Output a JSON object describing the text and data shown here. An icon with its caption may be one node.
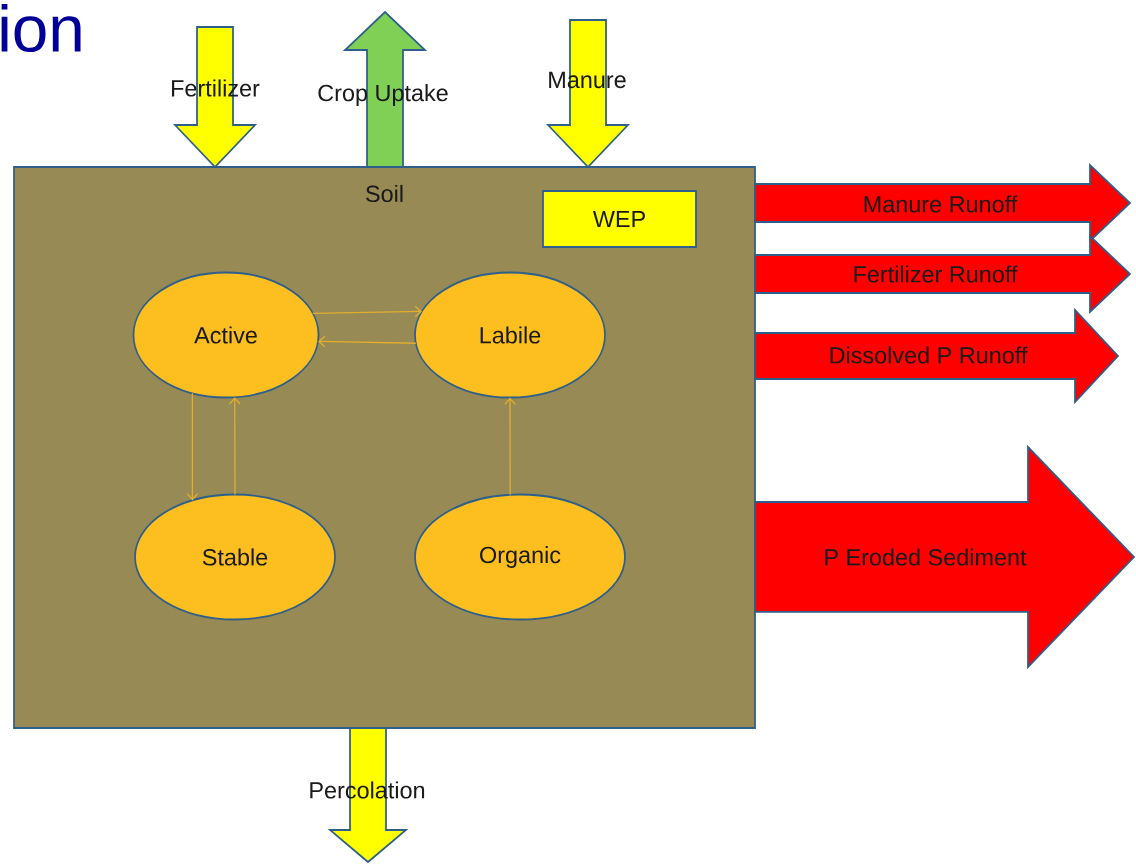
{
  "diagram": {
    "title": "ion",
    "nodes": [
      {
        "text": [
          "Soil"
        ]
      },
      {
        "text": [
          "WEP"
        ],
        "in": 0
      },
      {
        "text": [
          "Active"
        ],
        "in": 0
      },
      {
        "text": [
          "Labile"
        ],
        "in": 0
      },
      {
        "text": [
          "Stable"
        ],
        "in": 0
      },
      {
        "text": [
          "Organic"
        ],
        "in": 0
      }
    ],
    "edges": [
      {
        "from": null,
        "to": 0,
        "arrow": "to",
        "label": "Fertilizer",
        "style": "thick",
        "color": "#ffff00"
      },
      {
        "from": 0,
        "to": null,
        "arrow": "to",
        "label": "Crop Uptake",
        "style": "thick",
        "color": "#7fd055"
      },
      {
        "from": null,
        "to": 0,
        "arrow": "to",
        "label": "Manure",
        "style": "thick",
        "color": "#ffff00"
      },
      {
        "from": 0,
        "to": null,
        "arrow": "to",
        "label": "Manure Runoff",
        "style": "thick",
        "color": "#ff0000"
      },
      {
        "from": 0,
        "to": null,
        "arrow": "to",
        "label": "Fertilizer Runoff",
        "style": "thick",
        "color": "#ff0000"
      },
      {
        "from": 0,
        "to": null,
        "arrow": "to",
        "label": "Dissolved P Runoff",
        "style": "thick",
        "color": "#ff0000"
      },
      {
        "from": 0,
        "to": null,
        "arrow": "to",
        "label": "P Eroded Sediment",
        "style": "thick",
        "color": "#ff0000"
      },
      {
        "from": 0,
        "to": null,
        "arrow": "to",
        "label": "Percolation",
        "style": "thick",
        "color": "#ffff00"
      },
      {
        "from": 2,
        "to": 3,
        "arrow": "to"
      },
      {
        "from": 3,
        "to": 2,
        "arrow": "to"
      },
      {
        "from": 2,
        "to": 4,
        "arrow": "to"
      },
      {
        "from": 4,
        "to": 2,
        "arrow": "to"
      },
      {
        "from": 5,
        "to": 3,
        "arrow": "to"
      }
    ]
  }
}
